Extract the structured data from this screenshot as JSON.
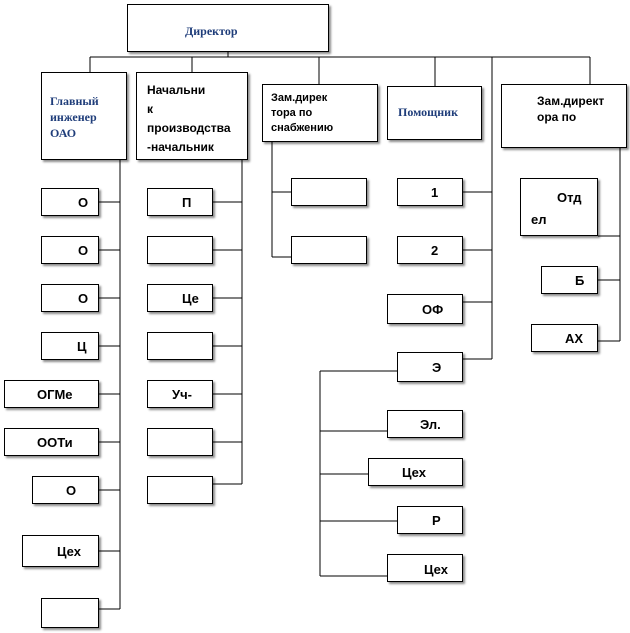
{
  "chart": {
    "director": "Директор",
    "columns": [
      {
        "head": "Главный\nинженер\nОАО",
        "items": [
          "О",
          "О",
          "О",
          "Ц",
          "ОГМе",
          "ООТи",
          "О",
          "Цех",
          ""
        ]
      },
      {
        "head": "Начальни\nк\nпроизводства\n-начальник",
        "items": [
          "П",
          "",
          "Це",
          "",
          "Уч-",
          "",
          ""
        ]
      },
      {
        "head": "Зам.дирек\nтора по\nснабжению",
        "items": [
          "",
          ""
        ]
      },
      {
        "head": "Помощник",
        "items": [
          "1",
          "2",
          "ОФ",
          "Э"
        ],
        "sub_items": [
          "Эл.",
          "Цех",
          "Р",
          "Цех"
        ]
      },
      {
        "head": "Зам.директ\nора по",
        "items": [
          "Отд\nел",
          "Б",
          "АХ"
        ]
      }
    ]
  }
}
